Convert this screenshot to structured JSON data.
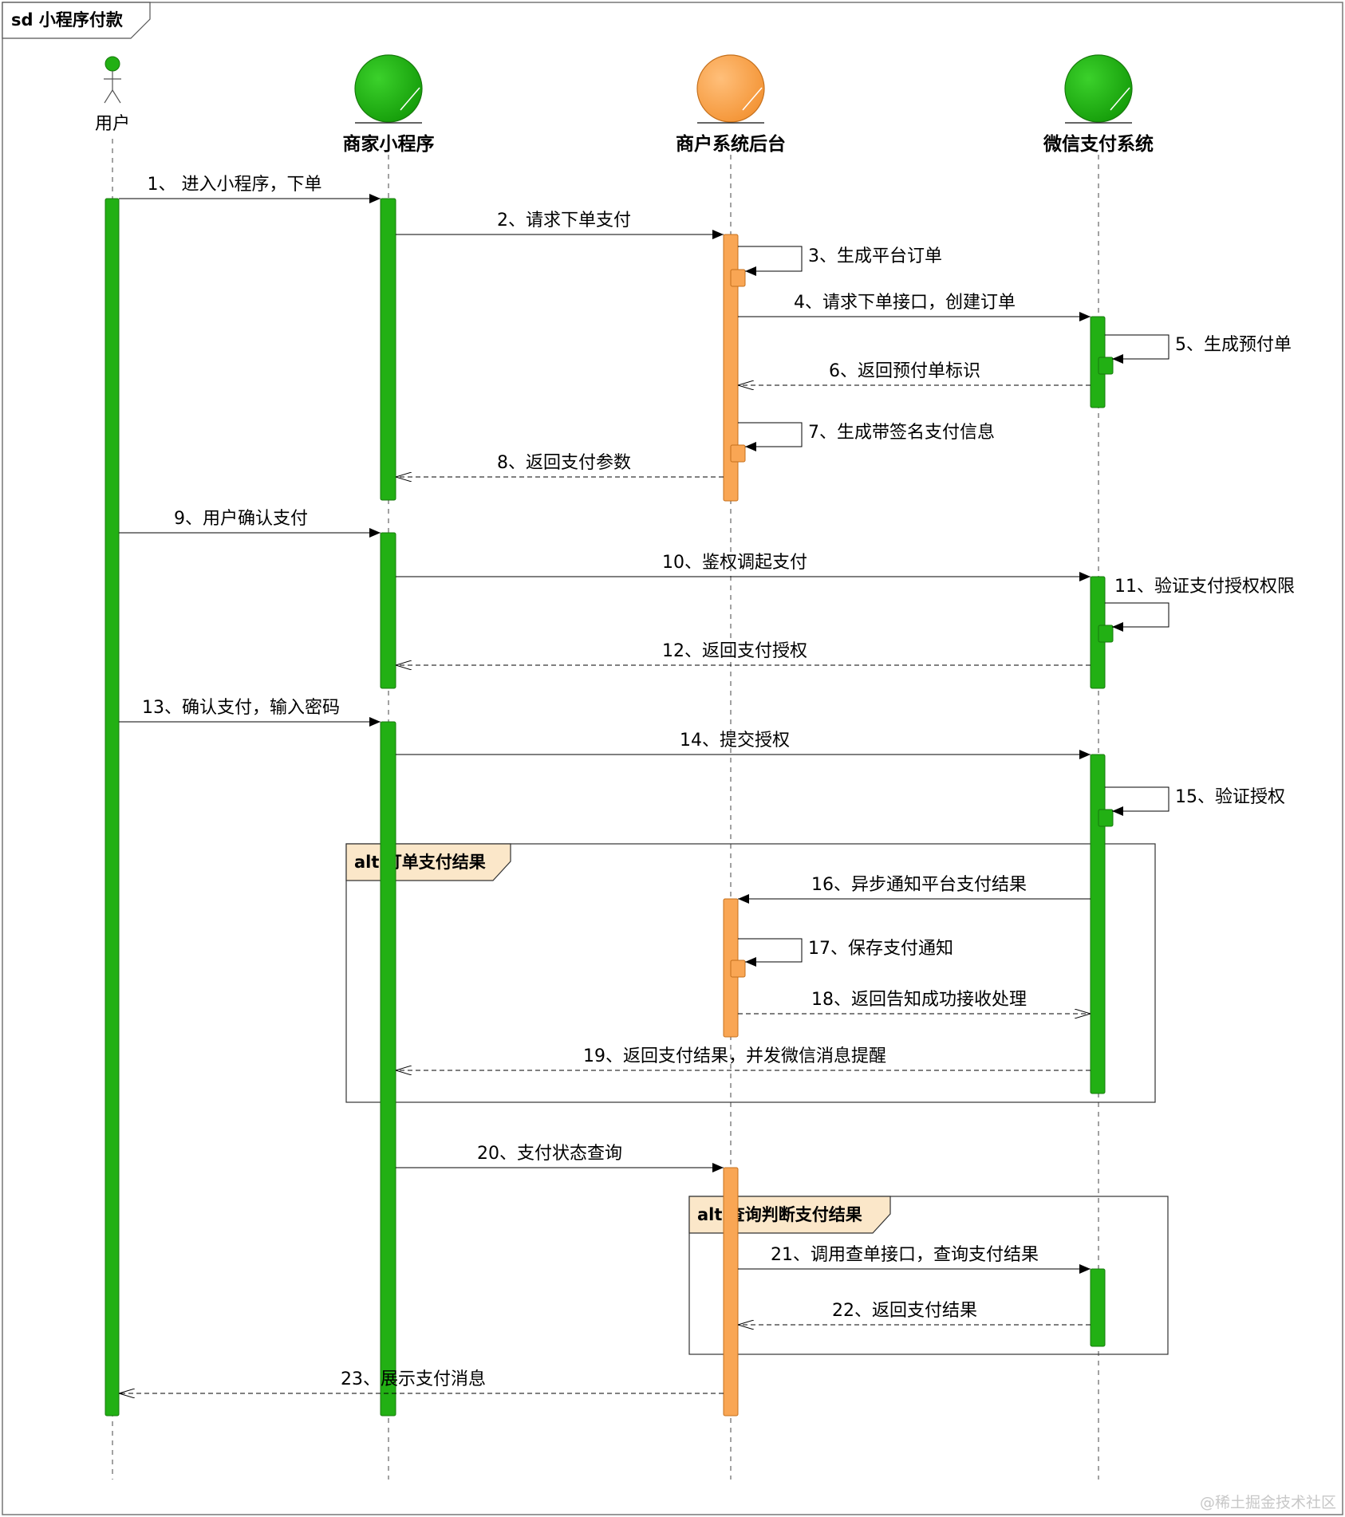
{
  "diagram": {
    "title": "sd 小程序付款",
    "participants": [
      {
        "id": "user",
        "label": "用户",
        "kind": "actor",
        "color": "#22b014"
      },
      {
        "id": "mini",
        "label": "商家小程序",
        "kind": "entity",
        "color": "#22b014"
      },
      {
        "id": "backend",
        "label": "商户系统后台",
        "kind": "entity",
        "color": "#f9a654"
      },
      {
        "id": "wechat",
        "label": "微信支付系统",
        "kind": "entity",
        "color": "#22b014"
      }
    ],
    "messages": [
      {
        "n": 1,
        "label": "1、 进入小程序，下单",
        "from": "user",
        "to": "mini",
        "style": "sync"
      },
      {
        "n": 2,
        "label": "2、请求下单支付",
        "from": "mini",
        "to": "backend",
        "style": "sync"
      },
      {
        "n": 3,
        "label": "3、生成平台订单",
        "from": "backend",
        "to": "backend",
        "style": "self"
      },
      {
        "n": 4,
        "label": "4、请求下单接口，创建订单",
        "from": "backend",
        "to": "wechat",
        "style": "sync"
      },
      {
        "n": 5,
        "label": "5、生成预付单",
        "from": "wechat",
        "to": "wechat",
        "style": "self"
      },
      {
        "n": 6,
        "label": "6、返回预付单标识",
        "from": "wechat",
        "to": "backend",
        "style": "return"
      },
      {
        "n": 7,
        "label": "7、生成带签名支付信息",
        "from": "backend",
        "to": "backend",
        "style": "self"
      },
      {
        "n": 8,
        "label": "8、返回支付参数",
        "from": "backend",
        "to": "mini",
        "style": "return"
      },
      {
        "n": 9,
        "label": "9、用户确认支付",
        "from": "user",
        "to": "mini",
        "style": "sync"
      },
      {
        "n": 10,
        "label": "10、鉴权调起支付",
        "from": "mini",
        "to": "wechat",
        "style": "sync"
      },
      {
        "n": 11,
        "label": "11、验证支付授权权限",
        "from": "wechat",
        "to": "wechat",
        "style": "self"
      },
      {
        "n": 12,
        "label": "12、返回支付授权",
        "from": "wechat",
        "to": "mini",
        "style": "return"
      },
      {
        "n": 13,
        "label": "13、确认支付，输入密码",
        "from": "user",
        "to": "mini",
        "style": "sync"
      },
      {
        "n": 14,
        "label": "14、提交授权",
        "from": "mini",
        "to": "wechat",
        "style": "sync"
      },
      {
        "n": 15,
        "label": "15、验证授权",
        "from": "wechat",
        "to": "wechat",
        "style": "self"
      },
      {
        "n": 16,
        "label": "16、异步通知平台支付结果",
        "from": "wechat",
        "to": "backend",
        "style": "sync"
      },
      {
        "n": 17,
        "label": "17、保存支付通知",
        "from": "backend",
        "to": "backend",
        "style": "self"
      },
      {
        "n": 18,
        "label": "18、返回告知成功接收处理",
        "from": "backend",
        "to": "wechat",
        "style": "return"
      },
      {
        "n": 19,
        "label": "19、返回支付结果，并发微信消息提醒",
        "from": "wechat",
        "to": "mini",
        "style": "return"
      },
      {
        "n": 20,
        "label": "20、支付状态查询",
        "from": "mini",
        "to": "backend",
        "style": "sync"
      },
      {
        "n": 21,
        "label": "21、调用查单接口，查询支付结果",
        "from": "backend",
        "to": "wechat",
        "style": "sync"
      },
      {
        "n": 22,
        "label": "22、返回支付结果",
        "from": "wechat",
        "to": "backend",
        "style": "return"
      },
      {
        "n": 23,
        "label": "23、展示支付消息",
        "from": "backend",
        "to": "user",
        "style": "return"
      }
    ],
    "fragments": [
      {
        "kind": "alt",
        "label": "alt 订单支付结果",
        "covers": [
          16,
          17,
          18,
          19
        ]
      },
      {
        "kind": "alt",
        "label": "alt 查询判断支付结果",
        "covers": [
          21,
          22
        ]
      }
    ],
    "watermark": "@稀土掘金技术社区"
  },
  "colors": {
    "green": "#22b014",
    "green_dark": "#177a0c",
    "orange": "#f9a654",
    "orange_dark": "#c5701c",
    "frame_label": "#fbe7c9"
  }
}
